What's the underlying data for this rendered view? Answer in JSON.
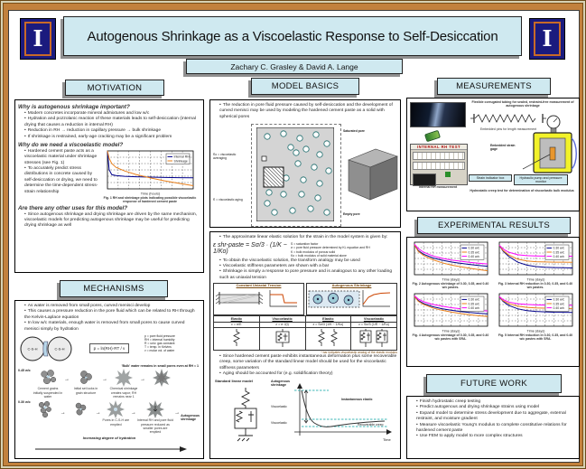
{
  "header": {
    "title": "Autogenous Shrinkage as a Viscoelastic Response to Self-Desiccation",
    "authors": "Zachary C. Grasley & David A. Lange",
    "logo_letter": "I"
  },
  "colors": {
    "frame": "#c2813d",
    "panel_blue": "#cfe9f0",
    "logo_navy": "#1b1b7e",
    "series_navy": "#00008b",
    "series_orange": "#e87f1a",
    "series_magenta": "#ff00ff"
  },
  "motivation": {
    "heading": "MOTIVATION",
    "q1": "Why is autogenous shrinkage important?",
    "q1_bullets": [
      "Modern concretes incorporate mineral admixtures and low w/c",
      "Hydration and pozzolanic reaction of these materials leads to self-desiccation (internal drying that causes a reduction in internal RH)",
      "Reduction in RH → reduction in capillary pressure → bulk shrinkage",
      "If shrinkage is restrained, early-age cracking may be a significant problem"
    ],
    "q2": "Why do we need a viscoelastic model?",
    "q2_bullets": [
      "Hardened cement paste acts as a viscoelastic material under shrinkage stresses (see Fig. 1)",
      "To accurately predict stress distributions in concrete caused by self-desiccation or drying, we need to determine the time-dependent stress-strain relationship"
    ],
    "fig1_caption": "Fig. 1 RH and shrinkage plots indicating possible viscoelastic response of hardened cement paste",
    "q3": "Are there any other uses for this model?",
    "q3_bullets": [
      "Since autogenous shrinkage and drying shrinkage are driven by the same mechanism, viscoelastic models for predicting autogenous shrinkage may be useful for predicting drying shrinkage as well"
    ]
  },
  "mechanisms": {
    "heading": "MECHANISMS",
    "bullets": [
      "As water is removed from small pores, curved menisci develop",
      "This causes a pressure reduction in the pore fluid which can be related to RH through the Kelvin-Laplace equation",
      "In low w/c materials, enough water is removed from small pores to cause curved menisci simply by hydration"
    ],
    "grain_label": "C-S-H",
    "equation": "p = ln(RH)·RT / ν",
    "eq_legend": [
      "p = pore fluid pressure",
      "RH = internal humidity",
      "R = univ. gas constant",
      "T = temp. in Kelvins",
      "ν = molar vol. of water"
    ],
    "note": "'Bulk' water remains in small pores even at RH ≈ 1",
    "row1_wc": "0.45 w/c",
    "row2_wc": "0.30 w/c",
    "row1_captions": [
      "Cement grains initially suspended in water",
      "Initial set locks in grain structure",
      "Chemical shrinkage creates vapor; RH remains near 1",
      ""
    ],
    "row2_captions": [
      "",
      "",
      "Pores in C-S-H are emptied",
      "Internal RH and pore fluid pressure reduced as smaller pores are emptied"
    ],
    "row2_result": "Autogenous shrinkage",
    "axis_label": "Increasing degree of hydration"
  },
  "model_basics": {
    "heading": "MODEL BASICS",
    "intro_bullet": "The reduction in pore fluid pressure caused by self-desiccation and the development of curved menisci may be used by modeling the hardened cement paste as a solid with spherical pores",
    "diagram_labels": {
      "saturated_pore": "Saturated pore",
      "empty_pore": "Empty pore",
      "k0": "K̄o = viscoelastic averaging",
      "k": "K̄ = viscoelastic aging"
    },
    "solution_bullet": "The approximate linear elastic solution for the strain in the model system is given by:",
    "equation": "ε shr-paste = Sσ/3 · (1/K − 1/Ko)",
    "eq_legend": [
      "S = saturation factor",
      "σ = pore fluid pressure determined by KL equation and RH",
      "K = bulk modulus of porous solid",
      "Ko = bulk modulus of solid material alone"
    ],
    "bullets2": [
      "To obtain the viscoelastic solution, the transform analogy may be used",
      "Viscoelastic stiffness parameters are shown with a bar",
      "Shrinkage is simply a response to pore pressure and is analogous to any other loading such as uniaxial tension"
    ],
    "panel1_title": "Constant Uniaxial Tension",
    "panel2_title": "Autogenous Shrinkage",
    "col_elastic": "Elastic",
    "col_viscoelastic": "Viscoelastic",
    "cells": [
      "ε = σ/E",
      "ε = σ·J(t)",
      "ε = Sσ/3 (1/K − 1/Ko)",
      "ε = Sσ/3 (1/K̄ − 1/K̄o)"
    ],
    "footnote": "* bar indicates viscoelastic analog of the elastic modulus",
    "bullets3": [
      "Since hardened cement paste exhibits instantaneous deformation plus some recoverable creep, some variation of the standard linear model should be used for the viscoelastic stiffness parameters",
      "Aging should be accounted for (e.g. solidification theory)"
    ],
    "slm_label": "Standard linear model",
    "resp_ylabel": "Autogenous shrinkage",
    "resp_xlabel": "Time",
    "resp_labels": [
      "Viscoelastic",
      "Instantaneous elastic",
      "Viscoelastic",
      "Recoverable creep"
    ]
  },
  "measurements": {
    "heading": "MEASUREMENTS",
    "tube_label": "Flexible corrugated tubing for sealed, restraint-free measurement of autogenous shrinkage",
    "pins_label": "Embedded pins for length measurement",
    "gage_label": "Embedded strain gage",
    "indicator_label": "Strain indicator box",
    "pump_label": "Hydraulic pump and pressure monitor",
    "hydro_caption": "Hydrostatic creep test for determination of viscoelastic bulk modulus",
    "rh_caption": "Internal RH measurement",
    "software_title": "INTERNAL RH TEST"
  },
  "experimental_results": {
    "heading": "EXPERIMENTAL RESULTS",
    "captions": [
      "Fig. 2 Autogenous shrinkage of 0.30, 0.35, and 0.40 w/c pastes.",
      "Fig. 3 Internal RH reduction in 0.30, 0.35, and 0.40 w/c pastes.",
      "Fig. 4 Autogenous shrinkage of 0.30, 0.35, and 0.40 w/c pastes with SRA.",
      "Fig. 5 Internal RH reduction in 0.30, 0.35, and 0.40 w/c pastes with SRA."
    ]
  },
  "future_work": {
    "heading": "FUTURE WORK",
    "bullets": [
      "Finish hydrostatic creep testing",
      "Predict autogenous and drying shrinkage strains using model",
      "Expand model to determine stress development due to aggregate, external restraint, and moisture gradient",
      "Measure viscoelastic Young's modulus to complete constitutive relations for hardened cement paste",
      "Use FEM to apply model to more complex structures"
    ]
  },
  "chart_data": [
    {
      "id": "fig1",
      "type": "line",
      "title": "",
      "xlabel": "Time (hours)",
      "ylabel": "Internal RH (%)",
      "ylabel2": "Shrinkage (microstrain)",
      "xlim": [
        0,
        3000
      ],
      "grid": true,
      "legend_position": "top-right",
      "series": [
        {
          "name": "Internal RH",
          "color": "#00008b",
          "ylim": [
            80,
            100
          ],
          "x": [
            0,
            60,
            150,
            300,
            600,
            1000,
            1500,
            2000,
            2500,
            3000
          ],
          "y": [
            100,
            90,
            87.5,
            87,
            86.6,
            86.4,
            86.2,
            86,
            85.9,
            85.8
          ]
        },
        {
          "name": "Shrinkage",
          "color": "#e87f1a",
          "ylim": [
            -1800,
            0
          ],
          "x": [
            0,
            60,
            150,
            300,
            600,
            1000,
            1500,
            2000,
            2500,
            3000
          ],
          "y": [
            0,
            -350,
            -600,
            -780,
            -950,
            -1120,
            -1280,
            -1420,
            -1540,
            -1650
          ]
        }
      ]
    },
    {
      "id": "fig2",
      "type": "line",
      "title": "",
      "xlabel": "Time (days)",
      "ylabel": "Shrinkage (microstrain)",
      "xlim": [
        0,
        40
      ],
      "ylim": [
        -1200,
        100
      ],
      "grid": true,
      "legend_position": "top-right",
      "series": [
        {
          "name": "0.30 w/c",
          "color": "#00008b",
          "x": [
            0,
            2,
            5,
            10,
            15,
            20,
            25,
            30,
            35,
            40
          ],
          "y": [
            0,
            -230,
            -380,
            -530,
            -620,
            -690,
            -740,
            -790,
            -830,
            -860
          ]
        },
        {
          "name": "0.35 w/c",
          "color": "#e87f1a",
          "x": [
            0,
            2,
            5,
            10,
            15,
            20,
            25,
            30,
            35,
            40
          ],
          "y": [
            0,
            -260,
            -430,
            -600,
            -720,
            -810,
            -880,
            -940,
            -990,
            -1040
          ]
        },
        {
          "name": "0.40 w/c",
          "color": "#ff00ff",
          "x": [
            0,
            2,
            5,
            10,
            15,
            20,
            25,
            30,
            35,
            40
          ],
          "y": [
            20,
            -150,
            -300,
            -450,
            -540,
            -610,
            -660,
            -700,
            -740,
            -770
          ]
        }
      ]
    },
    {
      "id": "fig3",
      "type": "line",
      "title": "",
      "xlabel": "Time (days)",
      "ylabel": "Internal RH (%)",
      "xlim": [
        0,
        40
      ],
      "ylim": [
        80,
        102
      ],
      "grid": true,
      "legend_position": "top-right",
      "series": [
        {
          "name": "0.30 w/c",
          "color": "#00008b",
          "x": [
            0,
            2,
            5,
            10,
            15,
            20,
            25,
            30,
            35,
            40
          ],
          "y": [
            100,
            96,
            92.5,
            88.5,
            86.5,
            85.5,
            85,
            84.8,
            84.7,
            84.6
          ]
        },
        {
          "name": "0.35 w/c",
          "color": "#e87f1a",
          "x": [
            0,
            2,
            5,
            10,
            15,
            20,
            25,
            30,
            35,
            40
          ],
          "y": [
            100,
            96.5,
            93.5,
            90.5,
            89.3,
            88.8,
            88.6,
            88.5,
            88.5,
            88.4
          ]
        },
        {
          "name": "0.40 w/c",
          "color": "#ff00ff",
          "x": [
            0,
            2,
            5,
            10,
            15,
            20,
            25,
            30,
            35,
            40
          ],
          "y": [
            100,
            97.5,
            95.3,
            93.5,
            92.9,
            92.7,
            92.6,
            92.6,
            92.5,
            92.5
          ]
        }
      ]
    },
    {
      "id": "fig4",
      "type": "line",
      "title": "",
      "xlabel": "Time (days)",
      "ylabel": "Shrinkage (microstrain)",
      "xlim": [
        0,
        40
      ],
      "ylim": [
        -1200,
        100
      ],
      "grid": true,
      "legend_position": "top-right",
      "series": [
        {
          "name": "0.30 w/c",
          "color": "#00008b",
          "x": [
            0,
            2,
            5,
            10,
            15,
            20,
            25,
            30,
            35,
            40
          ],
          "y": [
            0,
            -170,
            -290,
            -420,
            -500,
            -560,
            -610,
            -650,
            -680,
            -700
          ]
        },
        {
          "name": "0.35 w/c",
          "color": "#e87f1a",
          "x": [
            0,
            2,
            5,
            10,
            15,
            20,
            25,
            30,
            35,
            40
          ],
          "y": [
            0,
            -200,
            -330,
            -470,
            -560,
            -630,
            -690,
            -740,
            -780,
            -810
          ]
        },
        {
          "name": "0.40 w/c",
          "color": "#ff00ff",
          "x": [
            0,
            2,
            5,
            10,
            15,
            20,
            25,
            30,
            35,
            40
          ],
          "y": [
            20,
            -110,
            -220,
            -330,
            -400,
            -460,
            -500,
            -540,
            -570,
            -590
          ]
        }
      ]
    },
    {
      "id": "fig5",
      "type": "line",
      "title": "",
      "xlabel": "Time (days)",
      "ylabel": "Internal RH (%)",
      "xlim": [
        0,
        40
      ],
      "ylim": [
        80,
        102
      ],
      "grid": true,
      "legend_position": "top-right",
      "series": [
        {
          "name": "0.30 w/c",
          "color": "#00008b",
          "x": [
            0,
            2,
            5,
            10,
            15,
            20,
            25,
            30,
            35,
            40
          ],
          "y": [
            100,
            96.8,
            94.2,
            91.8,
            90.6,
            90,
            89.7,
            89.5,
            89.4,
            89.3
          ]
        },
        {
          "name": "0.35 w/c",
          "color": "#e87f1a",
          "x": [
            0,
            2,
            5,
            10,
            15,
            20,
            25,
            30,
            35,
            40
          ],
          "y": [
            100,
            97.3,
            95.4,
            93.6,
            92.8,
            92.4,
            92.2,
            92.1,
            92,
            92
          ]
        },
        {
          "name": "0.40 w/c",
          "color": "#ff00ff",
          "x": [
            0,
            2,
            5,
            10,
            15,
            20,
            25,
            30,
            35,
            40
          ],
          "y": [
            100,
            98,
            96.4,
            95.2,
            94.7,
            94.4,
            94.3,
            94.2,
            94.2,
            94.1
          ]
        }
      ]
    }
  ]
}
